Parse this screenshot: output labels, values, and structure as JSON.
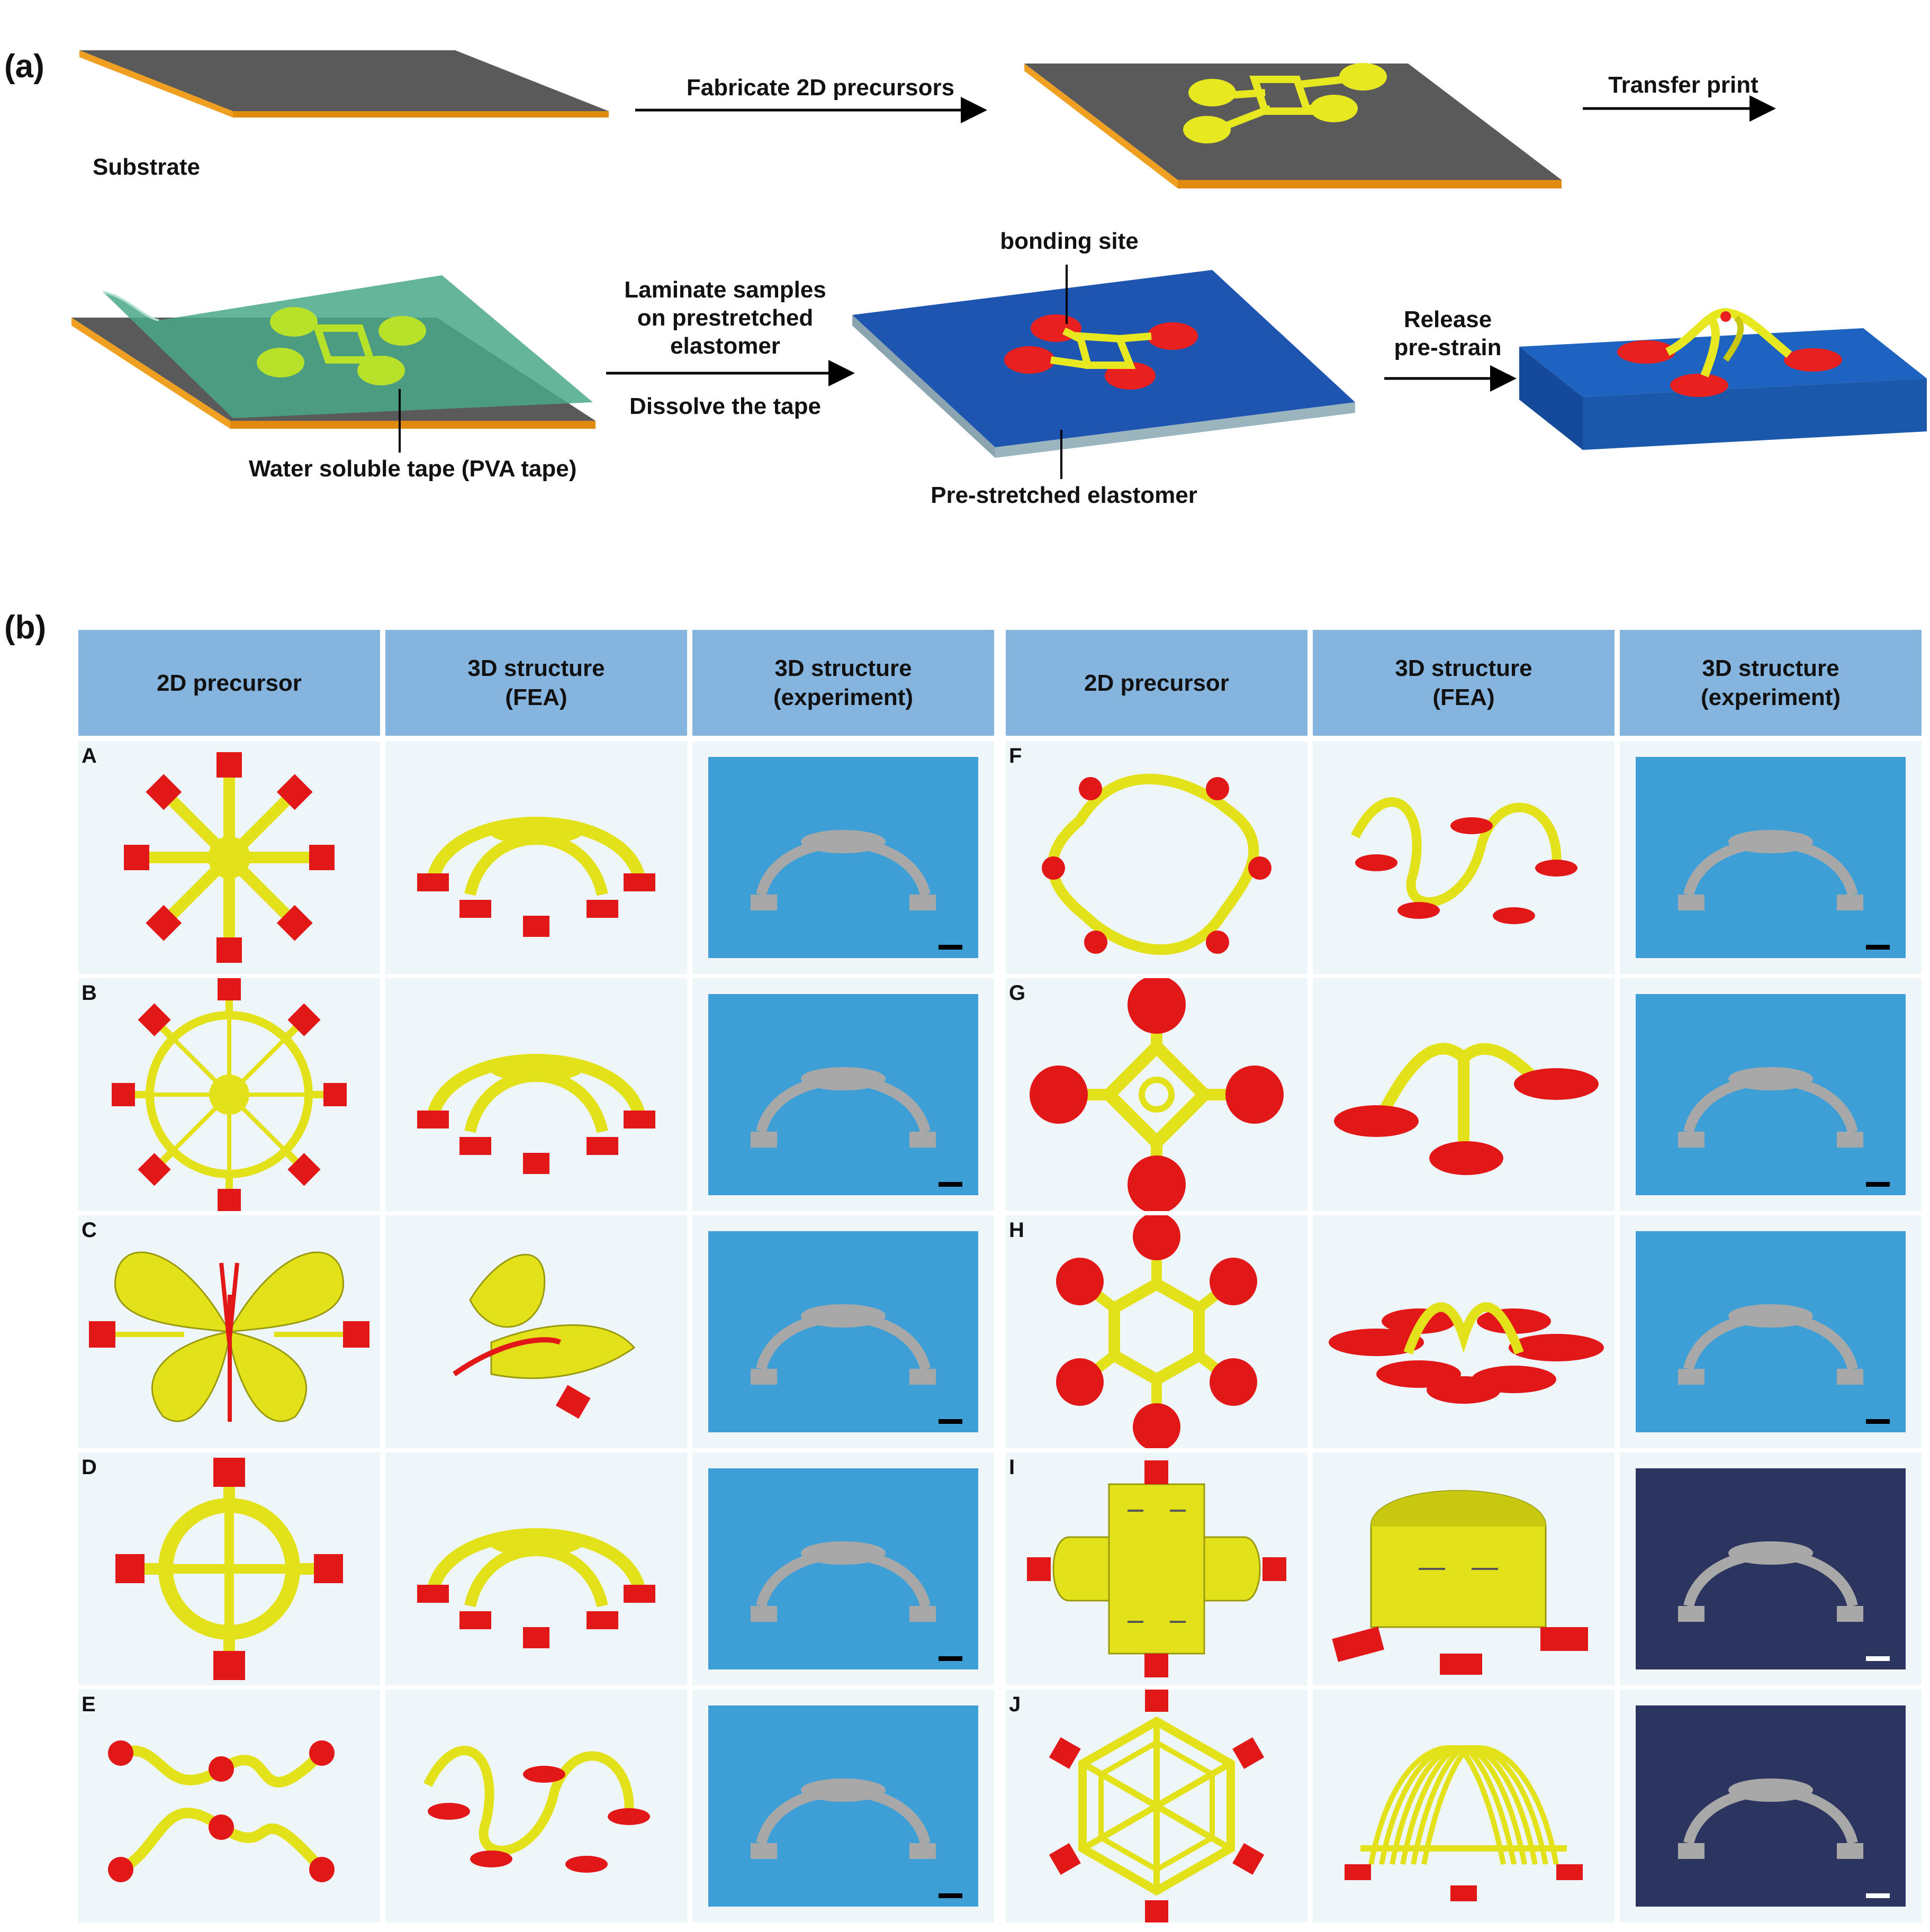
{
  "panel_a": {
    "label": "(a)",
    "steps": {
      "fabricate": "Fabricate 2D precursors",
      "transfer": "Transfer print",
      "laminate": "Laminate samples\non prestretched\nelastomer",
      "dissolve": "Dissolve the tape",
      "release": "Release\npre-strain"
    },
    "callouts": {
      "substrate": "Substrate",
      "tape": "Water soluble tape (PVA tape)",
      "bonding": "bonding site",
      "elastomer": "Pre-stretched elastomer"
    }
  },
  "panel_b": {
    "label": "(b)",
    "headers": [
      "2D precursor",
      "3D structure\n(FEA)",
      "3D structure\n(experiment)",
      "2D precursor",
      "3D structure\n(FEA)",
      "3D structure\n(experiment)"
    ],
    "rows": [
      {
        "left": "A",
        "right": "F"
      },
      {
        "left": "B",
        "right": "G"
      },
      {
        "left": "C",
        "right": "H"
      },
      {
        "left": "D",
        "right": "I"
      },
      {
        "left": "E",
        "right": "J"
      }
    ]
  },
  "colors": {
    "header": "#85b4de",
    "cell": "#eef6fa",
    "yellow": "#e3e21a",
    "red": "#e21818",
    "substrate_gray": "#555555",
    "substrate_edge": "#f0a020",
    "elastomer_blue": "#1a4aa0",
    "sem_blue": "#3d9fd6",
    "sample_gray": "#a8a8a8",
    "photo_dark": "#2c3560"
  },
  "icons": [
    "arrow-right-icon",
    "scale-bar-icon"
  ]
}
